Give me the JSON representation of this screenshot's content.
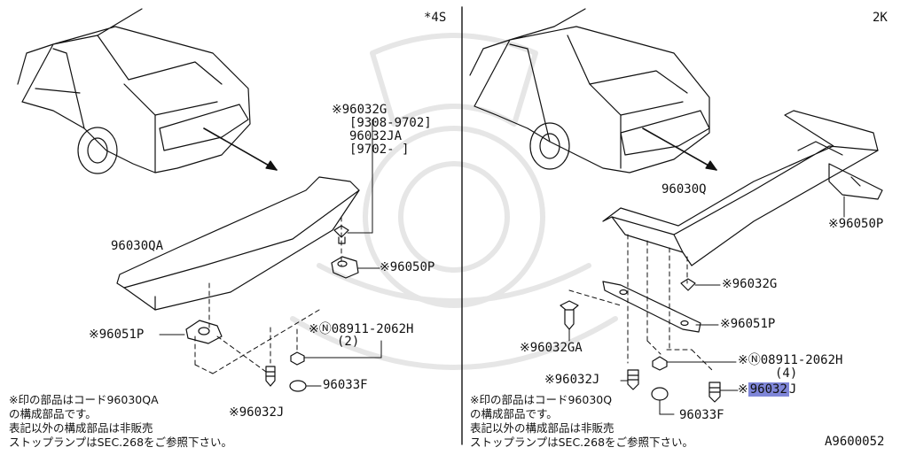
{
  "left_panel": {
    "variant": "*4S",
    "labels": {
      "spoiler": "96030QA",
      "bracket_pair": "※96051P",
      "grommet_1": "※96032G",
      "date_1": "[9308-9702]",
      "grommet_2": "96032JA",
      "date_2": "[9702-     ]",
      "pad": "※96050P",
      "nut": "※Ⓝ08911-2062H",
      "nut_qty": "(2)",
      "cap": "96033F",
      "clip": "※96032J"
    },
    "notes": [
      "※印の部品はコード96030QA",
      "の構成部品です。",
      "表記以外の構成部品は非販売",
      "ストップランプはSEC.268をご参照下さい。"
    ]
  },
  "right_panel": {
    "variant": "2K",
    "labels": {
      "spoiler": "96030Q",
      "pad": "※96050P",
      "grommet": "※96032G",
      "bracket": "※96051P",
      "grommet_a": "※96032GA",
      "nut": "※Ⓝ08911-2062H",
      "nut_qty": "(4)",
      "clip_left": "※96032J",
      "clip_right_prefix": "※",
      "clip_right_highlight": "96032",
      "clip_right_suffix": "J",
      "cap": "96033F"
    },
    "notes": [
      "※印の部品はコード96030Q",
      "の構成部品です。",
      "表記以外の構成部品は非販売",
      "ストップランプはSEC.268をご参照下さい。"
    ],
    "figure_id": "A9600052"
  },
  "colors": {
    "ink": "#111111",
    "highlight": "#7f86d8",
    "watermark": "#e6e6e6"
  }
}
